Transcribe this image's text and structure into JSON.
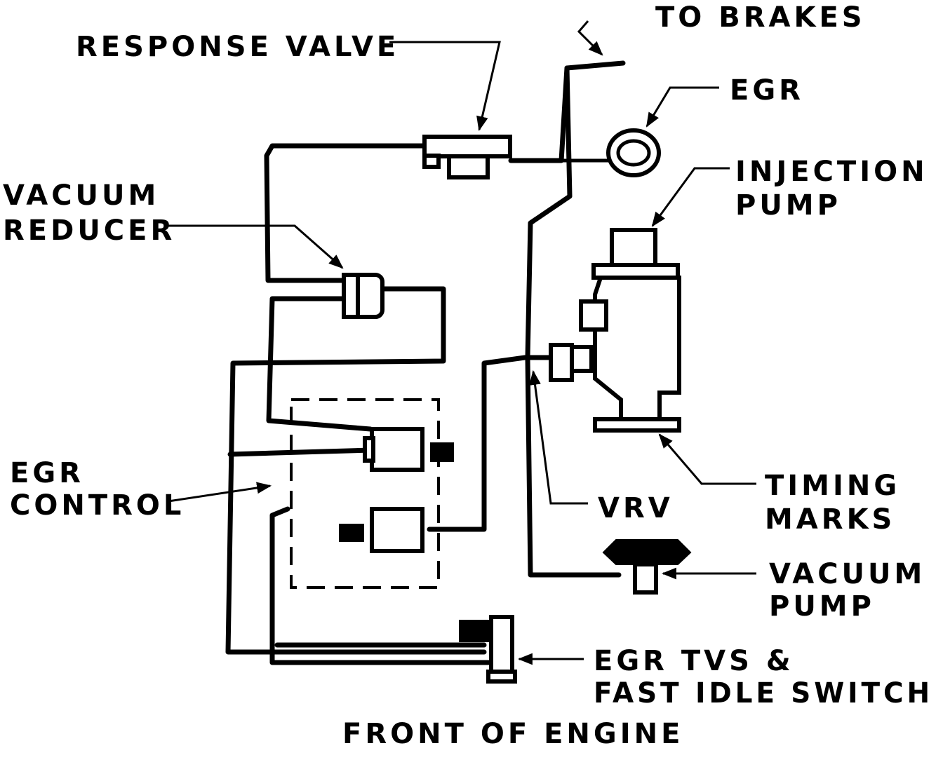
{
  "labels": {
    "to_brakes": "TO BRAKES",
    "response_valve": "RESPONSE VALVE",
    "egr": "EGR",
    "injection_pump_1": "INJECTION",
    "injection_pump_2": "PUMP",
    "vacuum_reducer_1": "VACUUM",
    "vacuum_reducer_2": "REDUCER",
    "egr_control_1": "EGR",
    "egr_control_2": "CONTROL",
    "vrv": "VRV",
    "timing_marks_1": "TIMING",
    "timing_marks_2": "MARKS",
    "vacuum_pump_1": "VACUUM",
    "vacuum_pump_2": "PUMP",
    "egr_tvs_1": "EGR TVS &",
    "egr_tvs_2": "FAST IDLE SWITCH",
    "front_of_engine": "FRONT OF ENGINE"
  },
  "colors": {
    "ink": "#000000",
    "paper": "#ffffff"
  }
}
